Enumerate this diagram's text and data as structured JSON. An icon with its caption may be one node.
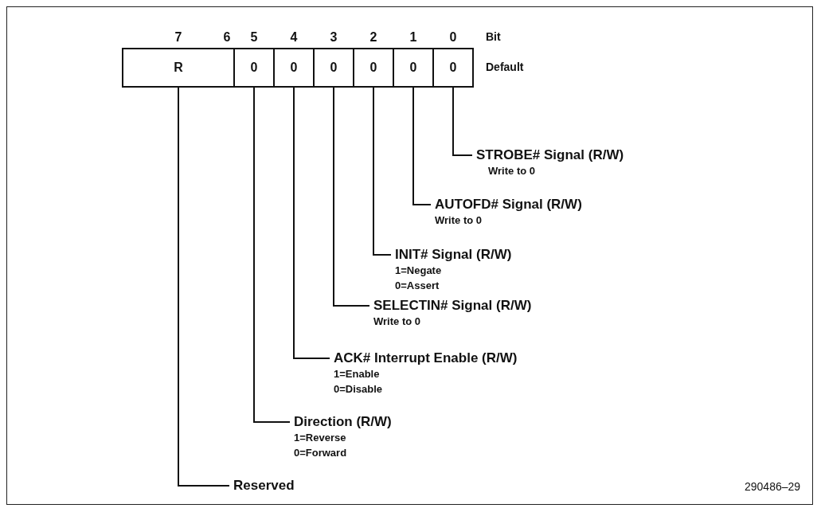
{
  "diagram": {
    "nodes": [
      {
        "text": [
          "R"
        ]
      },
      {
        "text": [
          "0"
        ]
      },
      {
        "text": [
          "0"
        ]
      },
      {
        "text": [
          "0"
        ]
      },
      {
        "text": [
          "0"
        ]
      },
      {
        "text": [
          "0"
        ]
      },
      {
        "text": [
          "0"
        ]
      },
      {
        "text": [
          "STROBE# Signal (R/W)",
          "Write to 0"
        ]
      },
      {
        "text": [
          "AUTOFD# Signal (R/W)",
          "Write to 0"
        ]
      },
      {
        "text": [
          "INIT# Signal (R/W)",
          "1=Negate",
          "0=Assert"
        ]
      },
      {
        "text": [
          "SELECTIN# Signal (R/W)",
          "Write to 0"
        ]
      },
      {
        "text": [
          "ACK# Interrupt Enable (R/W)",
          "1=Enable",
          "0=Disable"
        ]
      },
      {
        "text": [
          "Direction (R/W)",
          "1=Reverse",
          "0=Forward"
        ]
      },
      {
        "text": [
          "Reserved"
        ]
      }
    ],
    "edges": [
      {
        "from": 7,
        "to": 6,
        "arrow": "none"
      },
      {
        "from": 8,
        "to": 5,
        "arrow": "none"
      },
      {
        "from": 9,
        "to": 4,
        "arrow": "none"
      },
      {
        "from": 10,
        "to": 3,
        "arrow": "none"
      },
      {
        "from": 11,
        "to": 2,
        "arrow": "none"
      },
      {
        "from": 12,
        "to": 1,
        "arrow": "none"
      },
      {
        "from": 13,
        "to": 0,
        "arrow": "none"
      }
    ],
    "labels": [
      "7",
      "6",
      "5",
      "4",
      "3",
      "2",
      "1",
      "0",
      "Bit",
      "Default",
      "290486–29"
    ]
  }
}
